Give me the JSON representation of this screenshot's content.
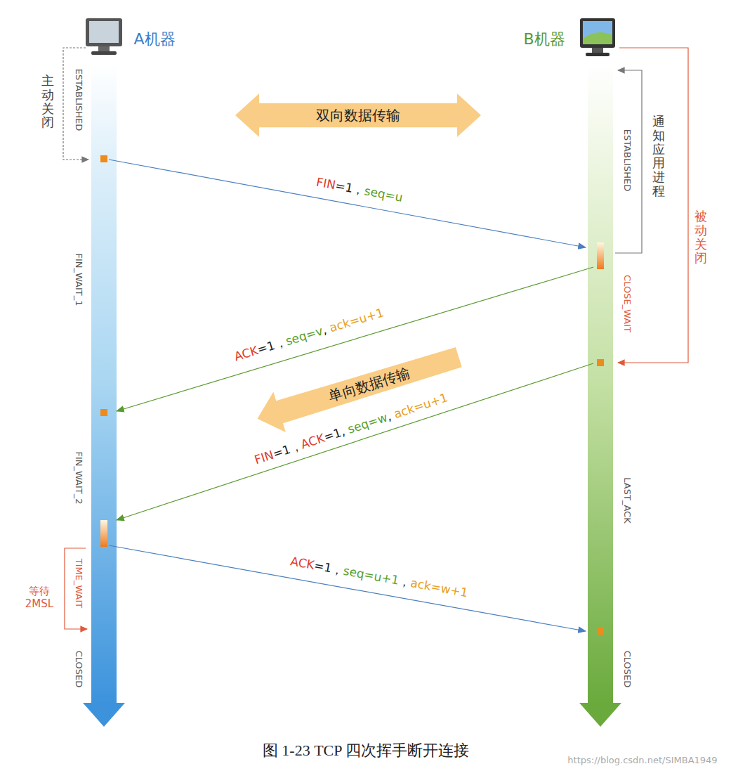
{
  "diagram": {
    "caption": "图 1-23 TCP 四次挥手断开连接",
    "nodes": [
      {
        "text": [
          "双向数据传输"
        ]
      },
      {
        "text": [
          "单向数据传输"
        ]
      }
    ],
    "labels": [
      "A机器",
      "B机器",
      "主动关闭",
      "ESTABLISHED",
      "ESTABLISHED",
      "通知应用进程",
      "被动关闭",
      "FIN=1，seq=u",
      "FIN_WAIT_1",
      "CLOSE_WAIT",
      "ACK=1，seq=v, ack=u+1",
      "FIN=1，ACK=1, seq=w, ack=u+1",
      "FIN_WAIT_2",
      "LAST_ACK",
      "TIME_WAIT",
      "等待 2MSL",
      "ACK=1，seq=u+1，ack=w+1",
      "CLOSED",
      "CLOSED",
      "https://blog.csdn.net/SIMBA1949"
    ]
  }
}
